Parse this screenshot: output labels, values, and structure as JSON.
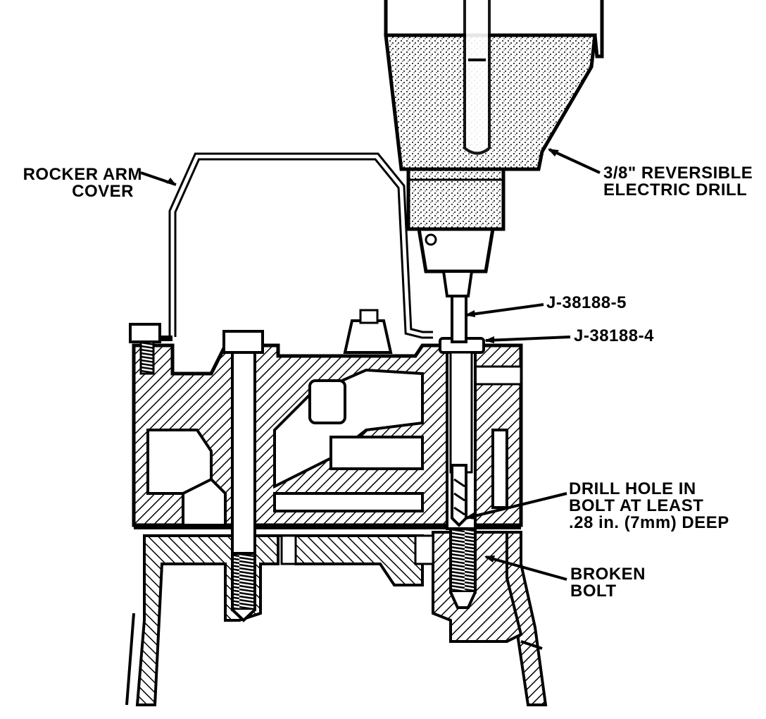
{
  "labels": {
    "rocker_arm_cover": {
      "line1": "ROCKER ARM",
      "line2": "COVER"
    },
    "electric_drill": {
      "line1": "3/8\" REVERSIBLE",
      "line2": "ELECTRIC DRILL"
    },
    "tool_j38188_5": "J-38188-5",
    "tool_j38188_4": "J-38188-4",
    "drill_hole": {
      "line1": "DRILL HOLE IN",
      "line2": "BOLT AT LEAST",
      "line3": ".28 in. (7mm) DEEP"
    },
    "broken_bolt": {
      "line1": "BROKEN",
      "line2": "BOLT"
    }
  },
  "colors": {
    "ink": "#000000",
    "paper": "#ffffff"
  }
}
